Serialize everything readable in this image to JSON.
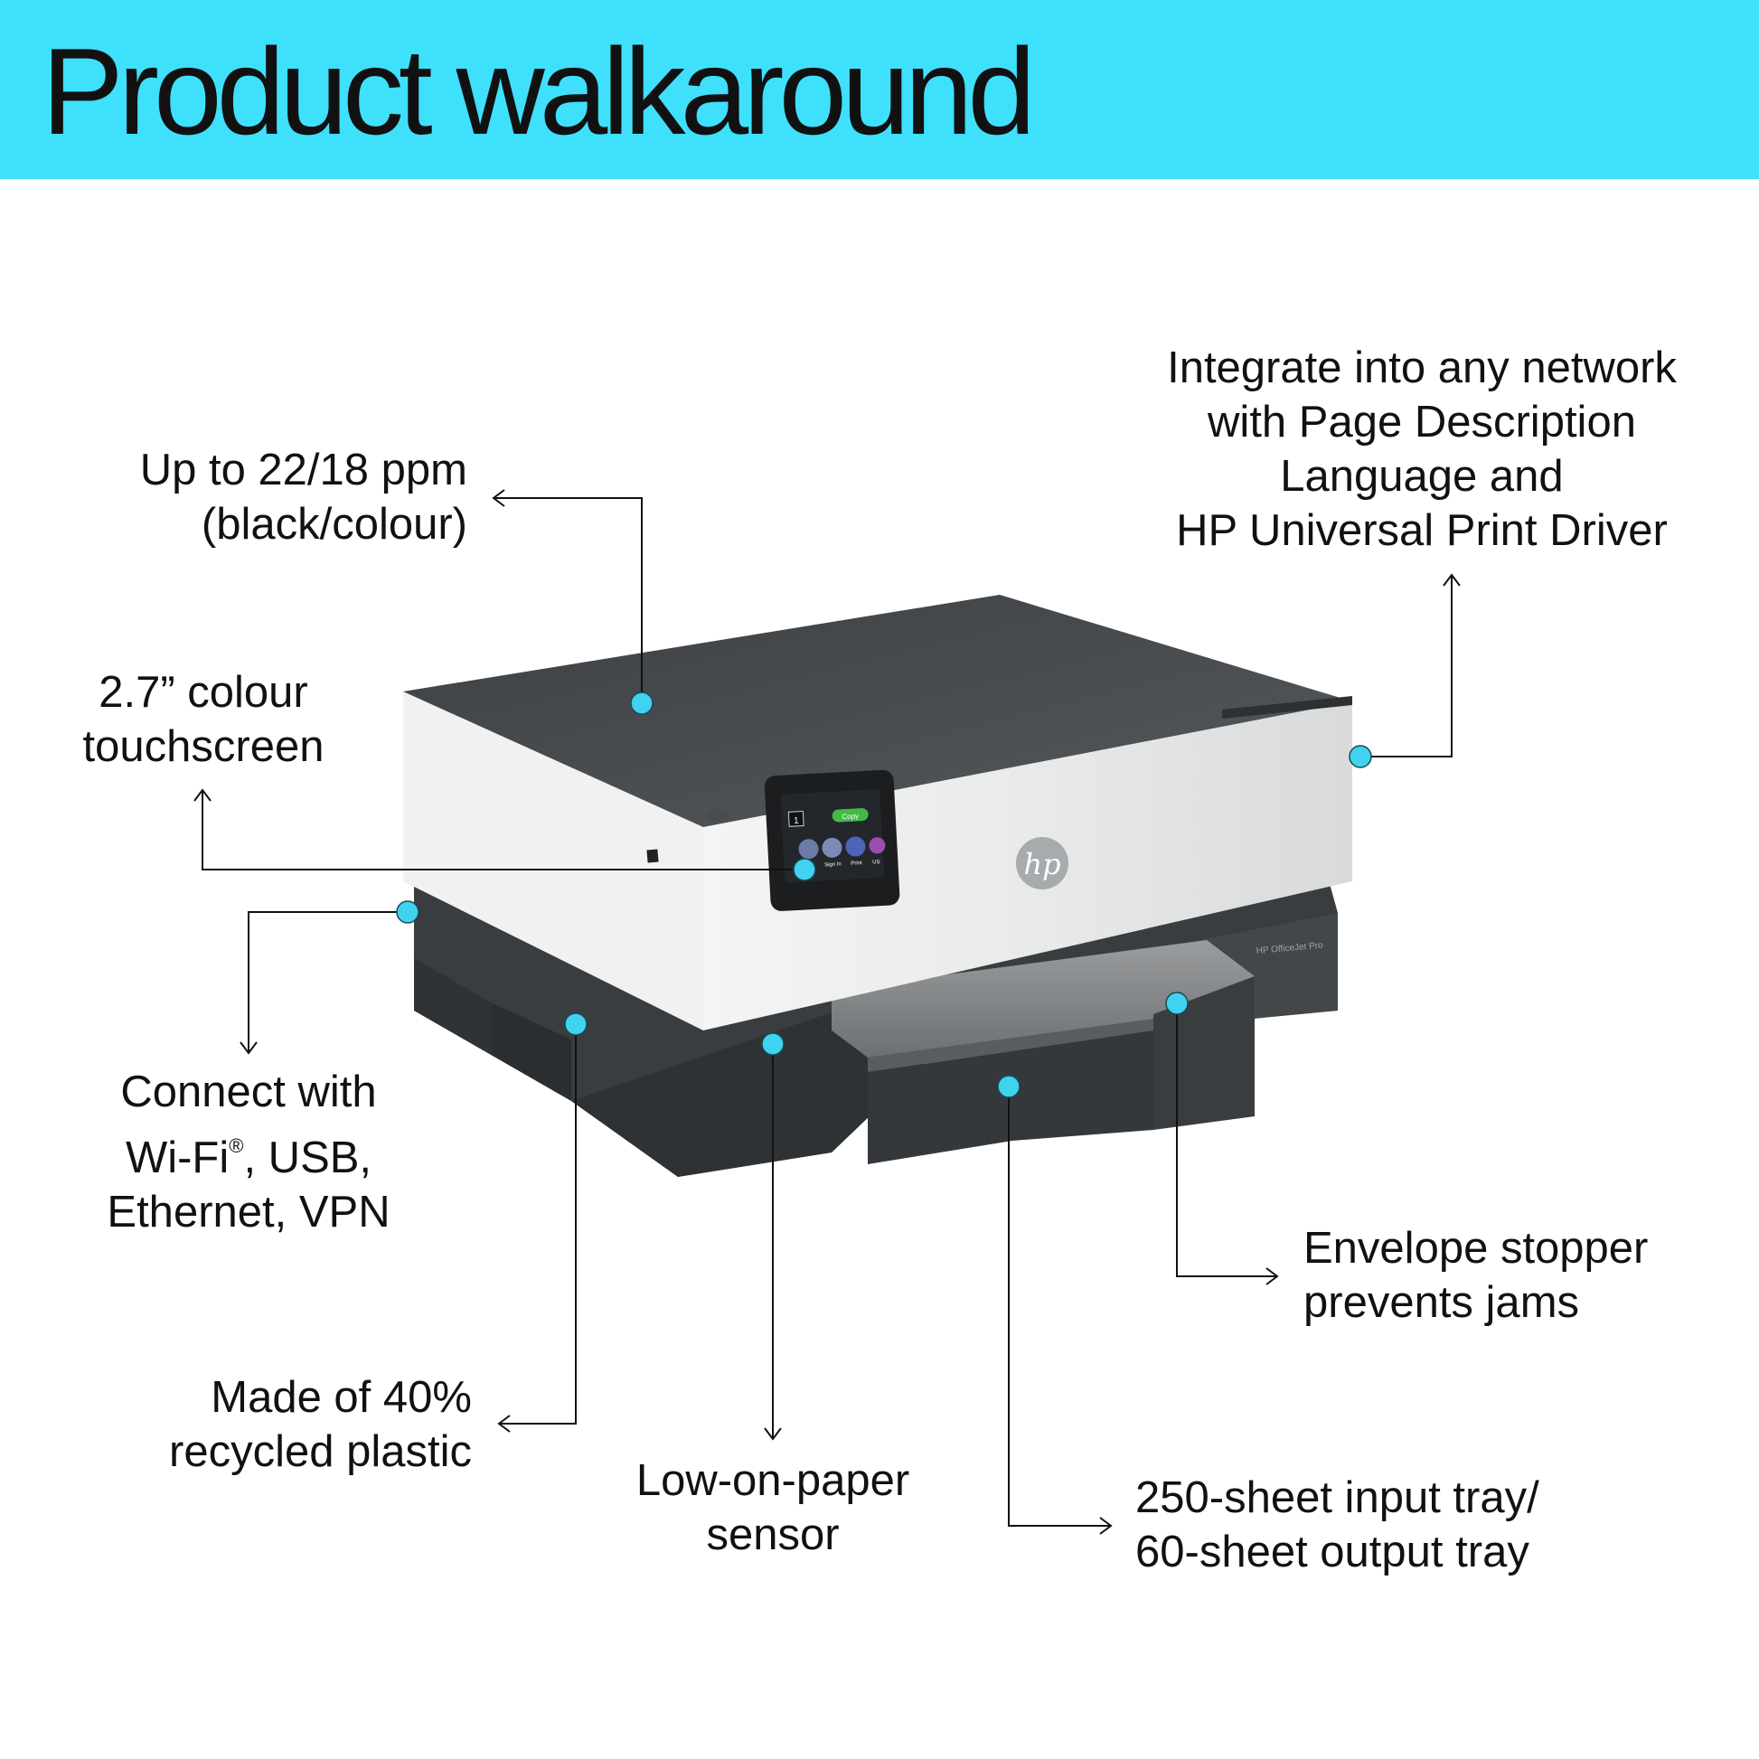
{
  "header": {
    "title": "Product walkaround",
    "band_color": "#3fe0fb"
  },
  "accent_color": "#3fd3ef",
  "product": {
    "brand_logo": "hp",
    "model_label": "HP OfficeJet Pro",
    "screen": {
      "page_number": "1",
      "copy_button": "Copy",
      "tiles": [
        "Sign In",
        "Print",
        "US"
      ]
    }
  },
  "callouts": {
    "speed": {
      "lines": [
        "Up to 22/18 ppm",
        "(black/colour)"
      ]
    },
    "network": {
      "lines": [
        "Integrate into any network",
        "with Page Description",
        "Language and",
        "HP Universal Print Driver"
      ]
    },
    "touchscreen": {
      "lines": [
        "2.7” colour",
        "touchscreen"
      ]
    },
    "connectivity": {
      "line1": "Connect with",
      "line2_main": "Wi-Fi",
      "line2_sup": "®",
      "line2_rest": ", USB,",
      "line3": "Ethernet, VPN"
    },
    "recycled": {
      "lines": [
        "Made of 40%",
        "recycled plastic"
      ]
    },
    "sensor": {
      "lines": [
        "Low-on-paper",
        "sensor"
      ]
    },
    "envelope": {
      "lines": [
        "Envelope stopper",
        "prevents jams"
      ]
    },
    "trays": {
      "lines": [
        "250-sheet input tray/",
        "60-sheet output tray"
      ]
    }
  }
}
